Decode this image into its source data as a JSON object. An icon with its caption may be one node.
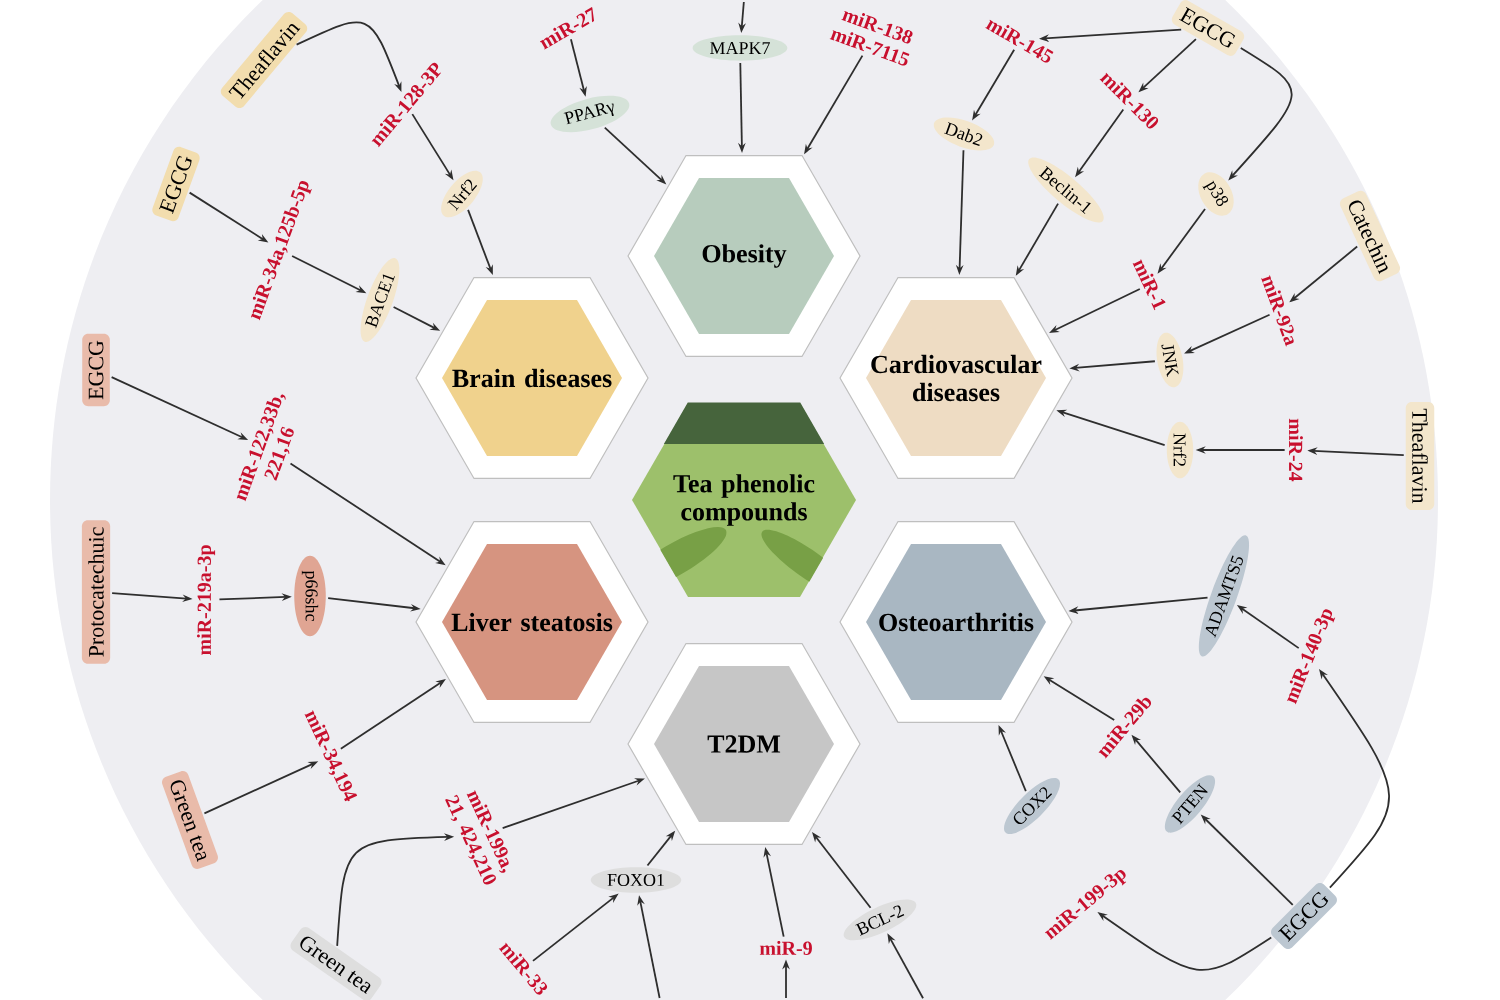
{
  "diagram": {
    "nodes": [
      {
        "text": [
          "Obesity"
        ]
      },
      {
        "text": [
          "Brain diseases"
        ]
      },
      {
        "text": [
          "Cardiovascular diseases"
        ]
      },
      {
        "text": [
          "Tea phenolic compounds"
        ]
      },
      {
        "text": [
          "Liver steatosis"
        ]
      },
      {
        "text": [
          "Osteoarthritis"
        ]
      },
      {
        "text": [
          "T2DM"
        ]
      },
      {
        "text": [
          "Theaflavin"
        ]
      },
      {
        "text": [
          "miR-128-3P"
        ]
      },
      {
        "text": [
          "Nrf2"
        ]
      },
      {
        "text": [
          "miR-27"
        ]
      },
      {
        "text": [
          "PPARγ"
        ]
      },
      {
        "text": [
          "MAPK7"
        ]
      },
      {
        "text": [
          "miR-138",
          "miR-7115"
        ]
      },
      {
        "text": [
          "EGCG"
        ]
      },
      {
        "text": [
          "miR-145"
        ]
      },
      {
        "text": [
          "Dab2"
        ]
      },
      {
        "text": [
          "miR-130"
        ]
      },
      {
        "text": [
          "Beclin-1"
        ]
      },
      {
        "text": [
          "p38"
        ]
      },
      {
        "text": [
          "miR-1"
        ]
      },
      {
        "text": [
          "Catechin"
        ]
      },
      {
        "text": [
          "miR-92a"
        ]
      },
      {
        "text": [
          "JNK"
        ]
      },
      {
        "text": [
          "Theaflavin"
        ]
      },
      {
        "text": [
          "miR-24"
        ]
      },
      {
        "text": [
          "Nrf2"
        ]
      },
      {
        "text": [
          "ADAMTS5"
        ]
      },
      {
        "text": [
          "miR-140-3p"
        ]
      },
      {
        "text": [
          "EGCG"
        ]
      },
      {
        "text": [
          "PTEN"
        ]
      },
      {
        "text": [
          "miR-29b"
        ]
      },
      {
        "text": [
          "COX2"
        ]
      },
      {
        "text": [
          "miR-199-3p"
        ]
      },
      {
        "text": [
          "BCL-2"
        ]
      },
      {
        "text": [
          "miR-9"
        ]
      },
      {
        "text": [
          "FOXO1"
        ]
      },
      {
        "text": [
          "miR-199a, 21, 424,210"
        ]
      },
      {
        "text": [
          "miR-33"
        ]
      },
      {
        "text": [
          "Green tea"
        ]
      },
      {
        "text": [
          "Green tea"
        ]
      },
      {
        "text": [
          "miR-34,194"
        ]
      },
      {
        "text": [
          "Protocatechuic"
        ]
      },
      {
        "text": [
          "miR-219a-3p"
        ]
      },
      {
        "text": [
          "p66shc"
        ]
      },
      {
        "text": [
          "EGCG"
        ]
      },
      {
        "text": [
          "miR-122,33b, 221,16"
        ]
      },
      {
        "text": [
          "EGCG"
        ]
      },
      {
        "text": [
          "miR-34a,125b-5p"
        ]
      },
      {
        "text": [
          "BACE1"
        ]
      }
    ],
    "edges": [
      {
        "from": 7,
        "to": 8,
        "arrow": "to"
      },
      {
        "from": 8,
        "to": 9,
        "arrow": "to"
      },
      {
        "from": 9,
        "to": 1,
        "arrow": "to"
      },
      {
        "from": 10,
        "to": 11,
        "arrow": "to"
      },
      {
        "from": 11,
        "to": 0,
        "arrow": "to"
      },
      {
        "from": null,
        "to": 12,
        "arrow": "to"
      },
      {
        "from": 12,
        "to": 0,
        "arrow": "to"
      },
      {
        "from": 13,
        "to": 0,
        "arrow": "to"
      },
      {
        "from": 14,
        "to": 15,
        "arrow": "to"
      },
      {
        "from": 15,
        "to": 16,
        "arrow": "to"
      },
      {
        "from": 16,
        "to": 2,
        "arrow": "to"
      },
      {
        "from": 14,
        "to": 17,
        "arrow": "to"
      },
      {
        "from": 17,
        "to": 18,
        "arrow": "to"
      },
      {
        "from": 18,
        "to": 2,
        "arrow": "to"
      },
      {
        "from": 14,
        "to": 19,
        "arrow": "to"
      },
      {
        "from": 19,
        "to": 20,
        "arrow": "to"
      },
      {
        "from": 20,
        "to": 2,
        "arrow": "to"
      },
      {
        "from": 21,
        "to": 22,
        "arrow": "to"
      },
      {
        "from": 22,
        "to": 23,
        "arrow": "to"
      },
      {
        "from": 23,
        "to": 2,
        "arrow": "to"
      },
      {
        "from": 24,
        "to": 25,
        "arrow": "to"
      },
      {
        "from": 25,
        "to": 26,
        "arrow": "to"
      },
      {
        "from": 26,
        "to": 2,
        "arrow": "to"
      },
      {
        "from": 27,
        "to": 5,
        "arrow": "to"
      },
      {
        "from": 28,
        "to": 27,
        "arrow": "to"
      },
      {
        "from": 29,
        "to": 28,
        "arrow": "to"
      },
      {
        "from": 29,
        "to": 30,
        "arrow": "to"
      },
      {
        "from": 30,
        "to": 31,
        "arrow": "to"
      },
      {
        "from": 31,
        "to": 5,
        "arrow": "to"
      },
      {
        "from": 32,
        "to": 5,
        "arrow": "to"
      },
      {
        "from": 29,
        "to": 33,
        "arrow": "to"
      },
      {
        "from": null,
        "to": 34,
        "arrow": "to"
      },
      {
        "from": 34,
        "to": 6,
        "arrow": "to"
      },
      {
        "from": null,
        "to": 35,
        "arrow": "to"
      },
      {
        "from": 35,
        "to": 6,
        "arrow": "to"
      },
      {
        "from": null,
        "to": 36,
        "arrow": "to"
      },
      {
        "from": 36,
        "to": 6,
        "arrow": "to"
      },
      {
        "from": 38,
        "to": 36,
        "arrow": "to"
      },
      {
        "from": 39,
        "to": 37,
        "arrow": "to"
      },
      {
        "from": 37,
        "to": 6,
        "arrow": "to"
      },
      {
        "from": 40,
        "to": 41,
        "arrow": "to"
      },
      {
        "from": 41,
        "to": 4,
        "arrow": "to"
      },
      {
        "from": 42,
        "to": 43,
        "arrow": "to"
      },
      {
        "from": 43,
        "to": 44,
        "arrow": "to"
      },
      {
        "from": 44,
        "to": 4,
        "arrow": "to"
      },
      {
        "from": 45,
        "to": 46,
        "arrow": "to"
      },
      {
        "from": 46,
        "to": 4,
        "arrow": "to"
      },
      {
        "from": 47,
        "to": 48,
        "arrow": "to"
      },
      {
        "from": 48,
        "to": 49,
        "arrow": "to"
      },
      {
        "from": 49,
        "to": 1,
        "arrow": "to"
      }
    ]
  }
}
